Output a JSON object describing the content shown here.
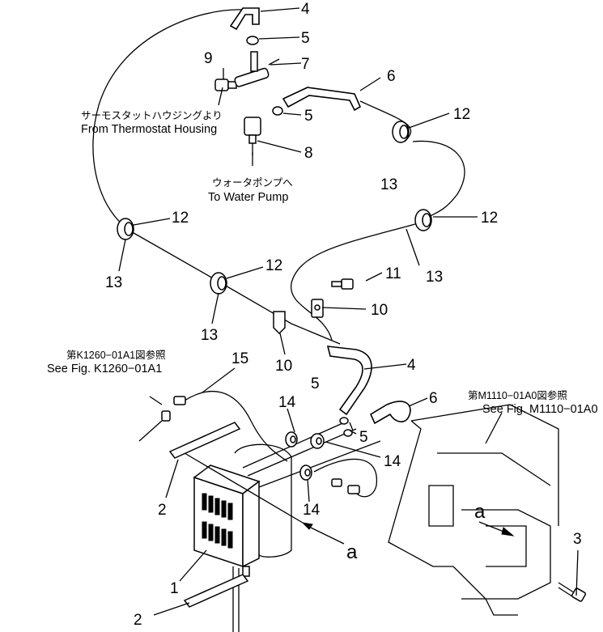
{
  "callouts": {
    "n4a": "4",
    "n5a": "5",
    "n9": "9",
    "n7": "7",
    "n6a": "6",
    "n5b": "5",
    "n12a": "12",
    "n8": "8",
    "n13a": "13",
    "n12b": "12",
    "n12c": "12",
    "n13b": "13",
    "n12d": "12",
    "n13c": "13",
    "n11": "11",
    "n10a": "10",
    "n13d": "13",
    "n10b": "10",
    "n15": "15",
    "n4b": "4",
    "n6b": "6",
    "n5c": "5",
    "n14a": "14",
    "n5d": "5",
    "n14b": "14",
    "n14c": "14",
    "n2a": "2",
    "n1": "1",
    "n2b": "2",
    "n3": "3"
  },
  "labels": {
    "thermostat_jp": "サーモスタットハウジングより",
    "thermostat_en": "From Thermostat Housing",
    "pump_jp": "ウォータポンプへ",
    "pump_en": "To Water Pump",
    "ref_k_jp": "第K1260−01A1図参照",
    "ref_k_en": "See Fig. K1260−01A1",
    "ref_m_jp": "第M1110−01A0図参照",
    "ref_m_en": "See Fig. M1110−01A0",
    "mark_a_bottom": "a",
    "mark_a_right": "a"
  }
}
